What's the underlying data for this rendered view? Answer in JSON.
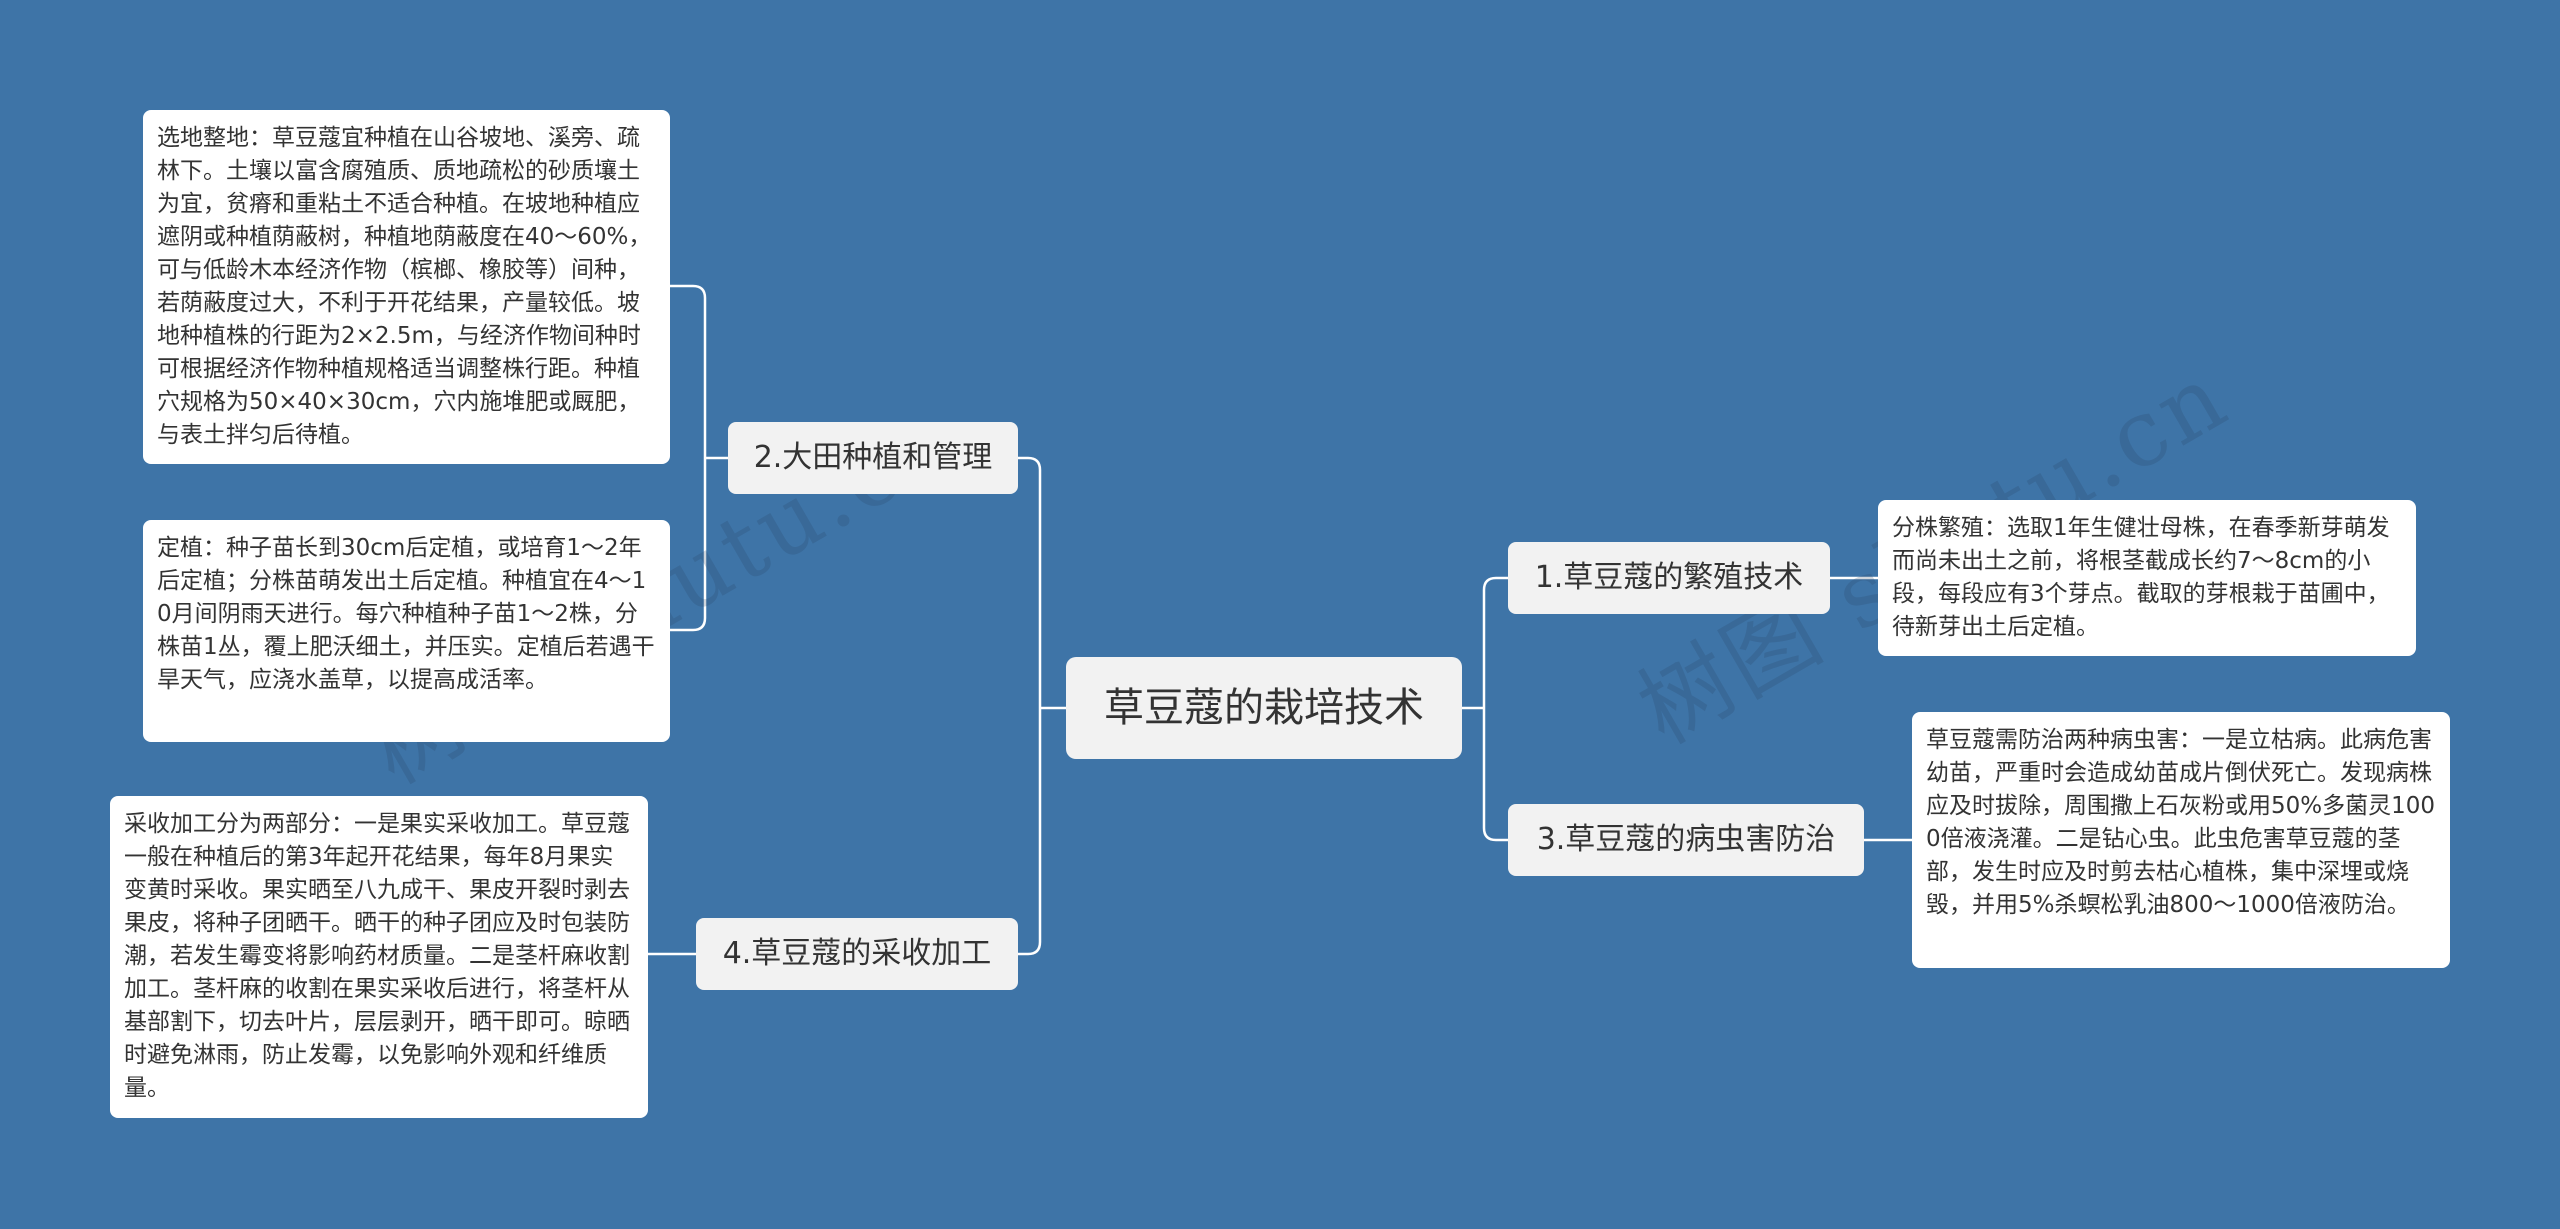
{
  "root": {
    "label": "草豆蔻的栽培技术"
  },
  "branches": [
    {
      "label": "1.草豆蔻的繁殖技术"
    },
    {
      "label": "2.大田种植和管理"
    },
    {
      "label": "3.草豆蔻的病虫害防治"
    },
    {
      "label": "4.草豆蔻的采收加工"
    }
  ],
  "leaves": [
    {
      "text": "分株繁殖：选取1年生健壮母株，在春季新芽萌发而尚未出土之前，将根茎截成长约7～8cm的小段，每段应有3个芽点。截取的芽根栽于苗圃中，待新芽出土后定植。"
    },
    {
      "text": "选地整地：草豆蔻宜种植在山谷坡地、溪旁、疏林下。土壤以富含腐殖质、质地疏松的砂质壤土为宜，贫瘠和重粘土不适合种植。在坡地种植应遮阴或种植荫蔽树，种植地荫蔽度在40～60%，可与低龄木本经济作物（槟榔、橡胶等）间种，若荫蔽度过大，不利于开花结果，产量较低。坡地种植株的行距为2×2.5m，与经济作物间种时可根据经济作物种植规格适当调整株行距。种植穴规格为50×40×30cm，穴内施堆肥或厩肥，与表土拌匀后待植。"
    },
    {
      "text": "定植：种子苗长到30cm后定植，或培育1～2年后定植；分株苗萌发出土后定植。种植宜在4～10月间阴雨天进行。每穴种植种子苗1～2株，分株苗1丛，覆上肥沃细土，并压实。定植后若遇干旱天气，应浇水盖草，以提高成活率。"
    },
    {
      "text": "草豆蔻需防治两种病虫害：一是立枯病。此病危害幼苗，严重时会造成幼苗成片倒伏死亡。发现病株应及时拔除，周围撒上石灰粉或用50%多菌灵1000倍液浇灌。二是钻心虫。此虫危害草豆蔻的茎部，发生时应及时剪去枯心植株，集中深埋或烧毁，并用5%杀螟松乳油800～1000倍液防治。"
    },
    {
      "text": "采收加工分为两部分：一是果实采收加工。草豆蔻一般在种植后的第3年起开花结果，每年8月果实变黄时采收。果实晒至八九成干、果皮开裂时剥去果皮，将种子团晒干。晒干的种子团应及时包装防潮，若发生霉变将影响药材质量。二是茎杆麻收割加工。茎杆麻的收割在果实采收后进行，将茎杆从基部割下，切去叶片，层层剥开，晒干即可。晾晒时避免淋雨，防止发霉，以免影响外观和纤维质量。"
    }
  ],
  "watermarks": [
    "树图 shutu.cn",
    "树图 shutu.cn"
  ],
  "colors": {
    "background": "#3e74a7",
    "node": "#f2f2f2",
    "leaf": "#ffffff",
    "connector": "#ffffff"
  }
}
